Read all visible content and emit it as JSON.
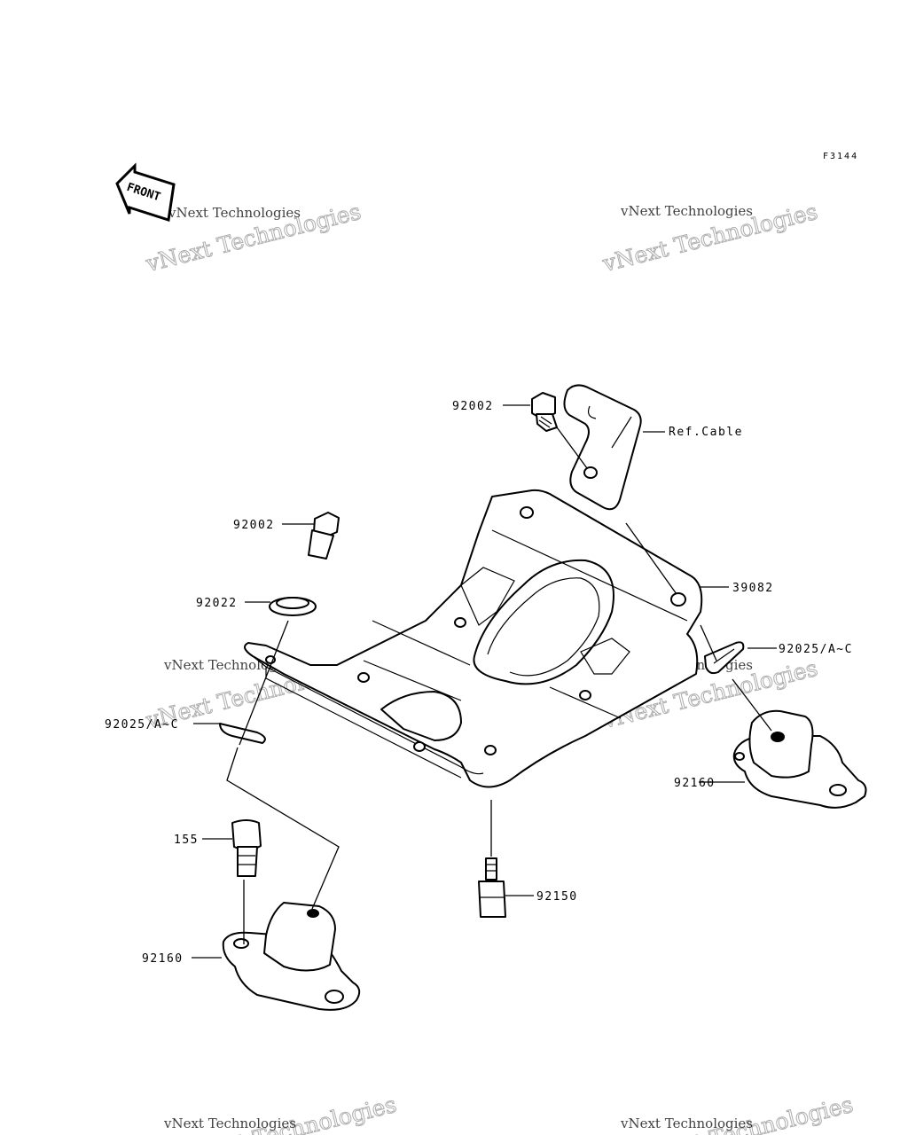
{
  "figure_code": "F3144",
  "front_label": "FRONT",
  "watermark": {
    "line1": "vNext Technologies",
    "line2": "vNext Technologies"
  },
  "labels": {
    "bolt_top": "92002",
    "ref_cable": "Ref.Cable",
    "bolt_left": "92002",
    "washer": "92022",
    "bracket": "39082",
    "shim_right": "92025/A~C",
    "shim_left": "92025/A~C",
    "mount_right": "92160",
    "bolt_155": "155",
    "bolt_bottom": "92150",
    "mount_left": "92160"
  }
}
